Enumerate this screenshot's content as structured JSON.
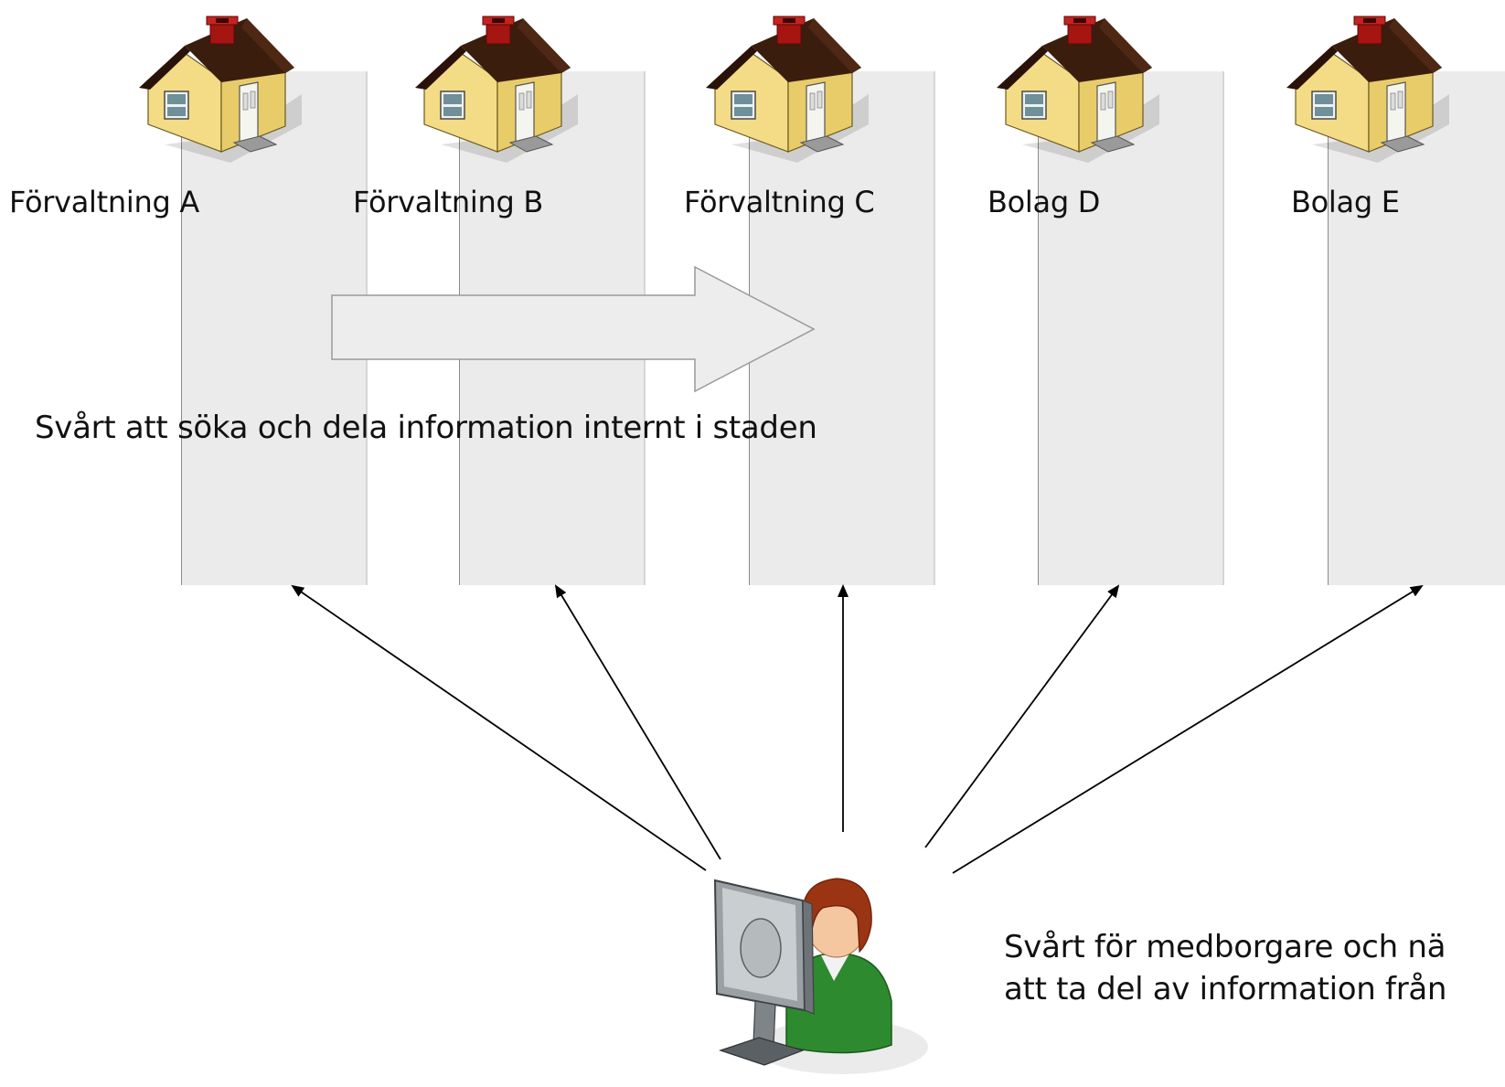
{
  "organizations": [
    {
      "name": "Förvaltning A"
    },
    {
      "name": "Förvaltning B"
    },
    {
      "name": "Förvaltning C"
    },
    {
      "name": "Bolag D"
    },
    {
      "name": "Bolag E"
    }
  ],
  "internal_caption": "Svårt att söka och dela information internt i staden",
  "citizen_caption": {
    "line1": "Svårt för medborgare och nä",
    "line2": "att ta del av information från"
  },
  "icons": {
    "organization": "house-icon",
    "user": "user-at-computer-icon"
  },
  "colors": {
    "column_fill": "#ebebeb",
    "arrow_fill": "#ededed",
    "house_wall": "#f3dc85",
    "house_roof": "#3b1d0d",
    "chimney": "#a51512",
    "person_shirt": "#2e8a2f",
    "person_hair": "#9a3412"
  }
}
